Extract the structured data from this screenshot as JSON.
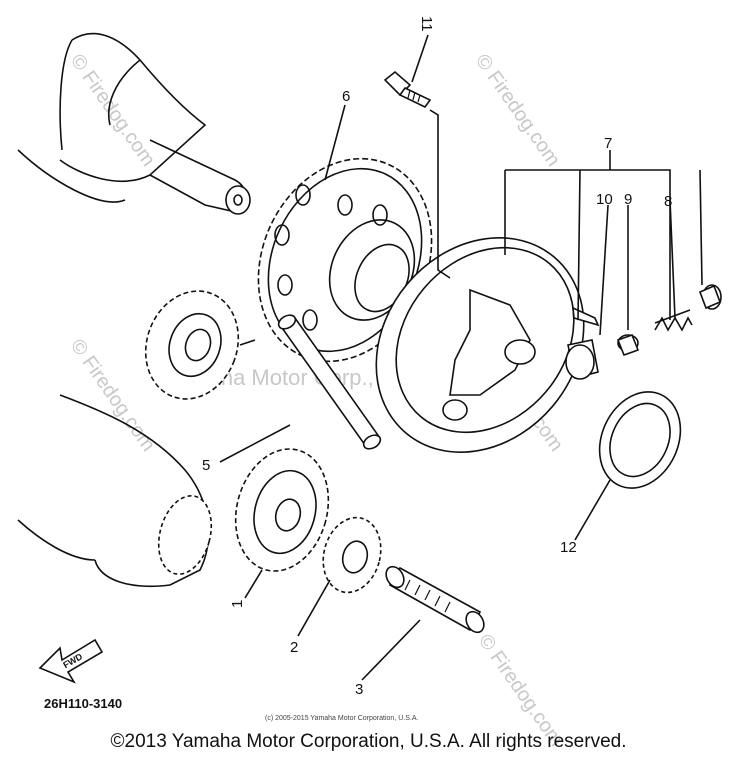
{
  "callouts": {
    "c1": "1",
    "c2": "2",
    "c3": "3",
    "c5": "5",
    "c6": "6",
    "c7": "7",
    "c8": "8",
    "c9": "9",
    "c10": "10",
    "c11": "11",
    "c12": "12"
  },
  "part_code": "26H110-3140",
  "fwd_label": "FWD",
  "watermarks": {
    "firedog1": "© Firedog.com",
    "firedog2": "© Firedog.com",
    "firedog3": "© Firedog.com",
    "firedog4": "© Firedog.com",
    "firedog5": "© Firedog.com",
    "center": "Yamaha Motor Corp., U.S.A."
  },
  "small_copyright": "(c) 2005-2015 Yamaha Motor Corporation, U.S.A.",
  "copyright": "©2013 Yamaha Motor Corporation, U.S.A. All rights reserved."
}
